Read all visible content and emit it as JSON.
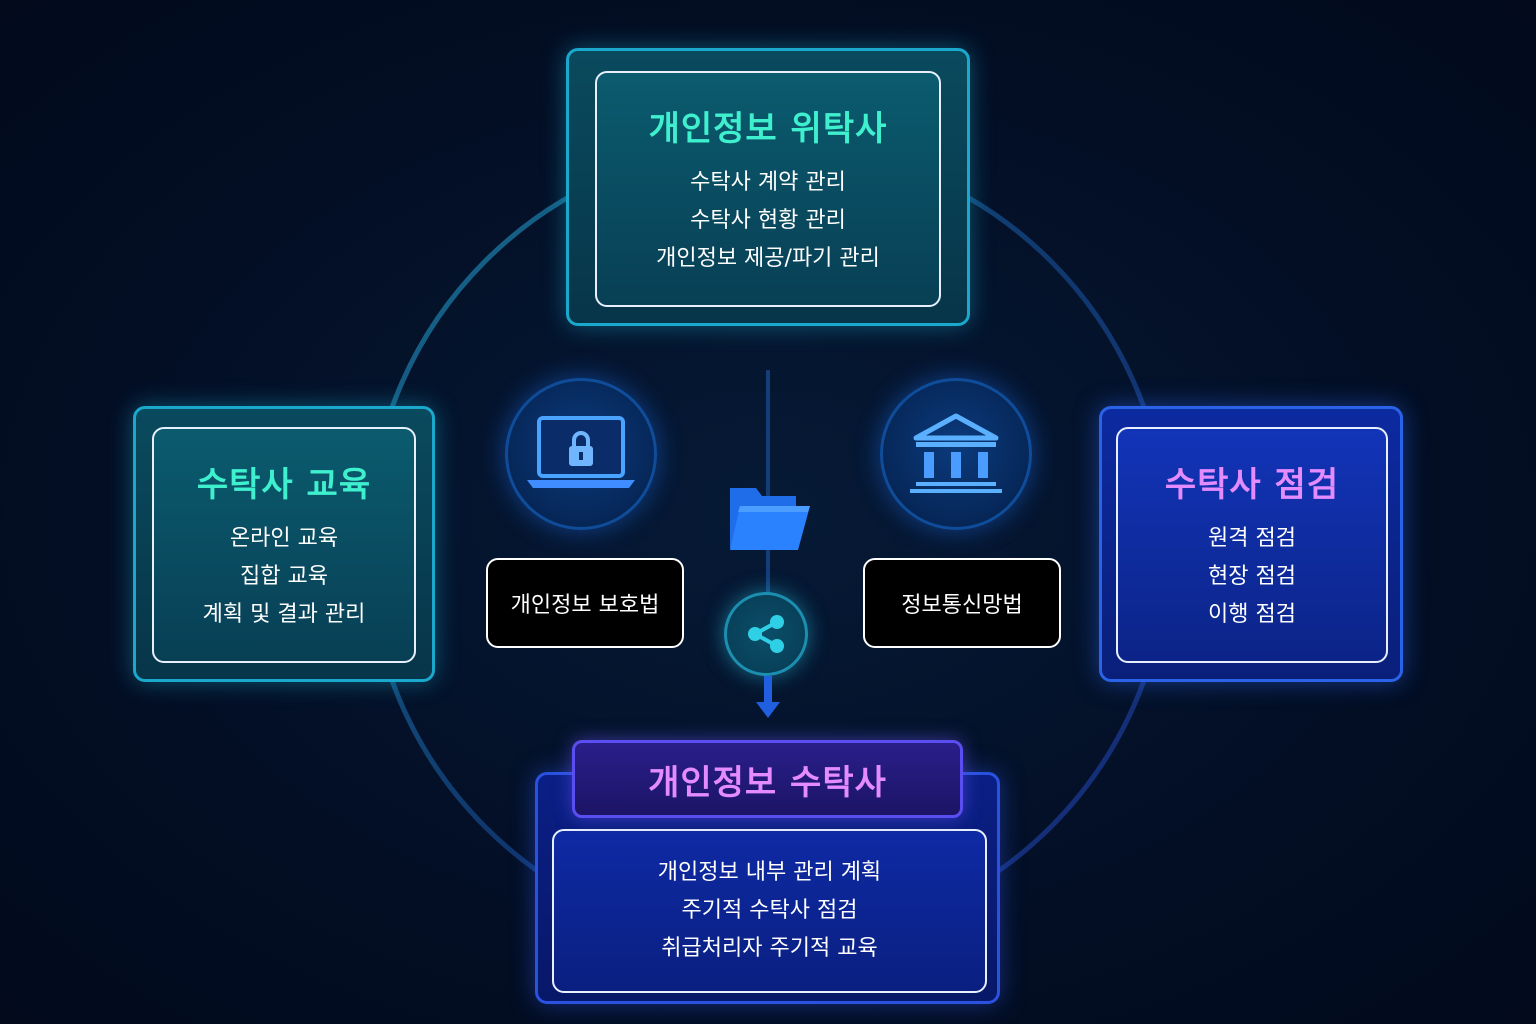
{
  "top_box": {
    "title": "개인정보 위탁사",
    "items": [
      "수탁사 계약 관리",
      "수탁사 현황 관리",
      "개인정보 제공/파기 관리"
    ]
  },
  "left_box": {
    "title": "수탁사 교육",
    "items": [
      "온라인 교육",
      "집합 교육",
      "계획 및 결과 관리"
    ]
  },
  "right_box": {
    "title": "수탁사 점검",
    "items": [
      "원격 점검",
      "현장 점검",
      "이행 점검"
    ]
  },
  "bottom_box": {
    "title": "개인정보 수탁사",
    "items": [
      "개인정보 내부 관리 계획",
      "주기적 수탁사 점검",
      "취급처리자 주기적 교육"
    ]
  },
  "laws": {
    "left": "개인정보 보호법",
    "right": "정보통신망법"
  },
  "icons": {
    "laptop": "laptop-lock-icon",
    "bank": "government-building-icon",
    "folder": "folder-icon",
    "share": "share-icon",
    "arrow": "arrow-down-icon"
  },
  "colors": {
    "teal_title": "#3ff0cf",
    "magenta_title": "#e48cff",
    "background": "#030f26"
  }
}
